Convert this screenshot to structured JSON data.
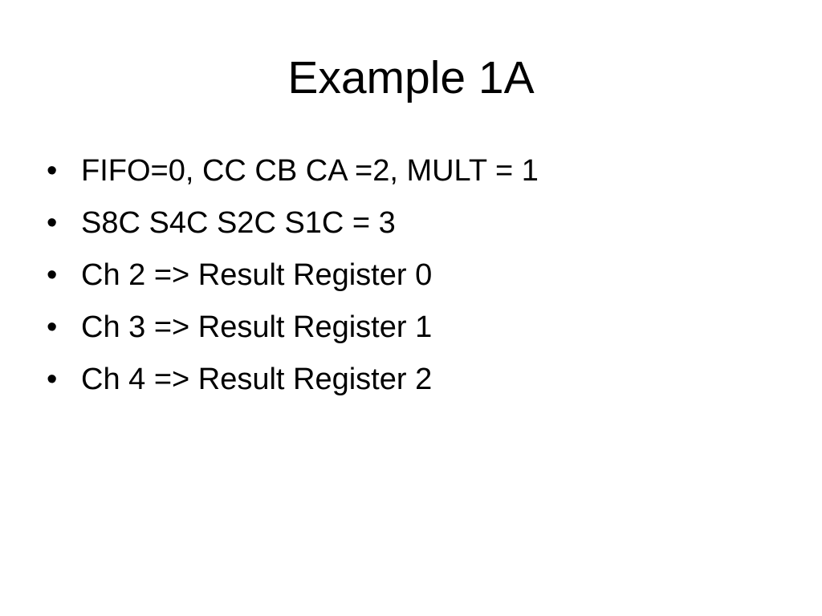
{
  "slide": {
    "title": "Example 1A",
    "bullet_symbol": "•",
    "bullets": [
      "FIFO=0, CC CB CA =2, MULT = 1",
      "S8C S4C S2C S1C = 3",
      "Ch 2 => Result Register 0",
      "Ch 3 => Result Register 1",
      "Ch 4 => Result Register 2"
    ]
  }
}
